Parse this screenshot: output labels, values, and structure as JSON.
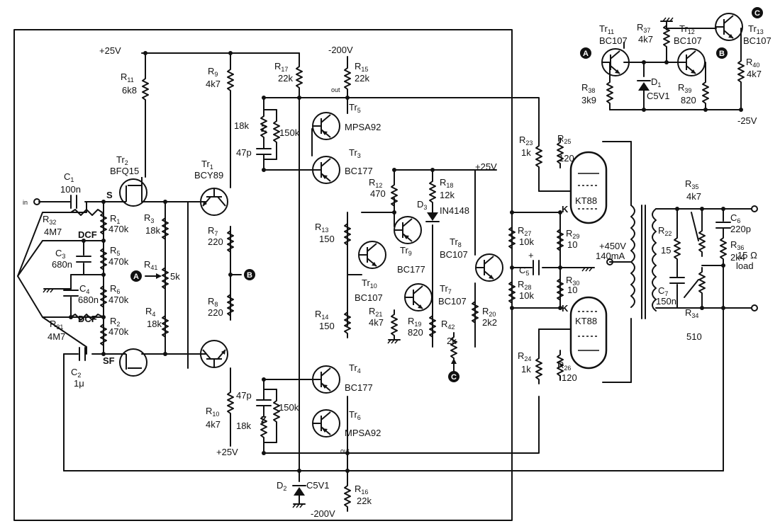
{
  "supplies": {
    "p25_top": "+25V",
    "m200_top": "-200V",
    "p25_mid": "+25V",
    "p25_bot": "+25V",
    "m200_bot": "-200V",
    "m25": "-25V",
    "p450": "+450V",
    "p450_current": "140mA",
    "out_top": "out",
    "out_bot": "out"
  },
  "terminals": {
    "in": "in",
    "load_value": "15 Ω",
    "load": "load"
  },
  "nodes": {
    "A": "A",
    "B": "B",
    "C": "C"
  },
  "pins": {
    "S": "S",
    "SF": "SF",
    "DCF1": "DCF",
    "DCF2": "DCF",
    "K1": "K",
    "K2": "K",
    "plus": "+"
  },
  "components": {
    "C1": {
      "ref": "C",
      "sub": "1",
      "value": "100n"
    },
    "C2": {
      "ref": "C",
      "sub": "2",
      "value": "1μ"
    },
    "C3": {
      "ref": "C",
      "sub": "3",
      "value": "680n"
    },
    "C4": {
      "ref": "C",
      "sub": "4",
      "value": "680n"
    },
    "C5": {
      "ref": "C",
      "sub": "5",
      "value": ""
    },
    "C6": {
      "ref": "C",
      "sub": "6",
      "value": "220p"
    },
    "C7": {
      "ref": "C",
      "sub": "7",
      "value": "150n"
    },
    "C47a": {
      "value": "47p"
    },
    "C47b": {
      "value": "47p"
    },
    "R1": {
      "ref": "R",
      "sub": "1",
      "value": "470k"
    },
    "R2": {
      "ref": "R",
      "sub": "2",
      "value": "470k"
    },
    "R3": {
      "ref": "R",
      "sub": "3",
      "value": "18k"
    },
    "R4": {
      "ref": "R",
      "sub": "4",
      "value": "18k"
    },
    "R5": {
      "ref": "R",
      "sub": "5",
      "value": "470k"
    },
    "R6": {
      "ref": "R",
      "sub": "6",
      "value": "470k"
    },
    "R7": {
      "ref": "R",
      "sub": "7",
      "value": "220"
    },
    "R8": {
      "ref": "R",
      "sub": "8",
      "value": "220"
    },
    "R9": {
      "ref": "R",
      "sub": "9",
      "value": "4k7"
    },
    "R10": {
      "ref": "R",
      "sub": "10",
      "value": "4k7"
    },
    "R11": {
      "ref": "R",
      "sub": "11",
      "value": "6k8"
    },
    "R12": {
      "ref": "R",
      "sub": "12",
      "value": "470"
    },
    "R13": {
      "ref": "R",
      "sub": "13",
      "value": "150"
    },
    "R14": {
      "ref": "R",
      "sub": "14",
      "value": "150"
    },
    "R15": {
      "ref": "R",
      "sub": "15",
      "value": "22k"
    },
    "R16": {
      "ref": "R",
      "sub": "16",
      "value": "22k"
    },
    "R17": {
      "ref": "R",
      "sub": "17",
      "value": "22k"
    },
    "R18": {
      "ref": "R",
      "sub": "18",
      "value": "12k"
    },
    "R19": {
      "ref": "R",
      "sub": "19",
      "value": "820"
    },
    "R20": {
      "ref": "R",
      "sub": "20",
      "value": "2k2"
    },
    "R21": {
      "ref": "R",
      "sub": "21",
      "value": "4k7"
    },
    "R22": {
      "ref": "R",
      "sub": "22",
      "value": "15"
    },
    "R23": {
      "ref": "R",
      "sub": "23",
      "value": "1k"
    },
    "R24": {
      "ref": "R",
      "sub": "24",
      "value": "1k"
    },
    "R25": {
      "ref": "R",
      "sub": "25",
      "value": "120"
    },
    "R26": {
      "ref": "R",
      "sub": "26",
      "value": "120"
    },
    "R27": {
      "ref": "R",
      "sub": "27",
      "value": "10k"
    },
    "R28": {
      "ref": "R",
      "sub": "28",
      "value": "10k"
    },
    "R29": {
      "ref": "R",
      "sub": "29",
      "value": "10"
    },
    "R30": {
      "ref": "R",
      "sub": "30",
      "value": "10"
    },
    "R31": {
      "ref": "R",
      "sub": "31",
      "value": "4M7"
    },
    "R32": {
      "ref": "R",
      "sub": "32",
      "value": "4M7"
    },
    "R34": {
      "ref": "R",
      "sub": "34",
      "value": "510"
    },
    "R35": {
      "ref": "R",
      "sub": "35",
      "value": "4k7"
    },
    "R36": {
      "ref": "R",
      "sub": "36",
      "value": "2k4"
    },
    "R37": {
      "ref": "R",
      "sub": "37",
      "value": "4k7"
    },
    "R38": {
      "ref": "R",
      "sub": "38",
      "value": "3k9"
    },
    "R39": {
      "ref": "R",
      "sub": "39",
      "value": "820"
    },
    "R40": {
      "ref": "R",
      "sub": "40",
      "value": "4k7"
    },
    "R41": {
      "ref": "R",
      "sub": "41",
      "value": "5k"
    },
    "R42": {
      "ref": "R",
      "sub": "42",
      "value": "2k"
    },
    "Rz1": {
      "value": "18k"
    },
    "Rz1b": {
      "value": "150k"
    },
    "Rz2": {
      "value": "18k"
    },
    "Rz2b": {
      "value": "150k"
    },
    "Z1": {
      "value": "Z"
    },
    "Z2": {
      "value": "Z"
    },
    "D1": {
      "ref": "D",
      "sub": "1",
      "value": "C5V1"
    },
    "D2": {
      "ref": "D",
      "sub": "2",
      "value": "C5V1"
    },
    "D3": {
      "ref": "D",
      "sub": "3",
      "value": "IN4148"
    },
    "Tr1": {
      "ref": "Tr",
      "sub": "1",
      "value": "BCY89"
    },
    "Tr2": {
      "ref": "Tr",
      "sub": "2",
      "value": "BFQ15"
    },
    "Tr3": {
      "ref": "Tr",
      "sub": "3",
      "value": "BC177"
    },
    "Tr4": {
      "ref": "Tr",
      "sub": "4",
      "value": "BC177"
    },
    "Tr5": {
      "ref": "Tr",
      "sub": "5",
      "value": "MPSA92"
    },
    "Tr6": {
      "ref": "Tr",
      "sub": "6",
      "value": "MPSA92"
    },
    "Tr7": {
      "ref": "Tr",
      "sub": "7",
      "value": "BC107"
    },
    "Tr8": {
      "ref": "Tr",
      "sub": "8",
      "value": "BC107"
    },
    "Tr9": {
      "ref": "Tr",
      "sub": "9",
      "value": "BC177"
    },
    "Tr10": {
      "ref": "Tr",
      "sub": "10",
      "value": "BC107"
    },
    "Tr11": {
      "ref": "Tr",
      "sub": "11",
      "value": "BC107"
    },
    "Tr12": {
      "ref": "Tr",
      "sub": "12",
      "value": "BC107"
    },
    "Tr13": {
      "ref": "Tr",
      "sub": "13",
      "value": "BC107"
    },
    "V1": {
      "value": "KT88"
    },
    "V2": {
      "value": "KT88"
    }
  }
}
